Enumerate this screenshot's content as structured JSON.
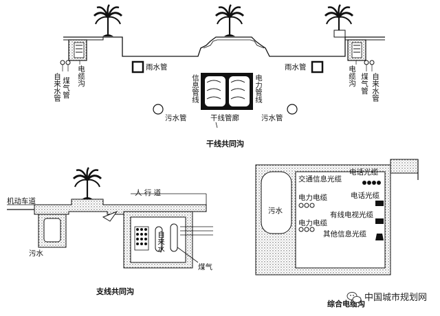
{
  "top": {
    "caption": "干线共同沟",
    "rain_pipe_left": "雨水管",
    "rain_pipe_right": "雨水管",
    "info_pipe": "信息管线",
    "power_pipe": "电力管线",
    "sewer_left": "污水管",
    "sewer_right": "污水管",
    "trunk_corridor": "干线管廊",
    "left_water": "自来水管",
    "left_gas": "煤气管",
    "left_cable": "电缆沟",
    "right_cable": "电缆沟",
    "right_gas": "煤气管",
    "right_water": "自来水管"
  },
  "bottom_left": {
    "caption": "支线共同沟",
    "motorway": "机动车道",
    "sidewalk": "人 行 道",
    "sewage": "污水",
    "tap_water": "自来水",
    "gas": "煤气"
  },
  "bottom_right": {
    "caption": "综合电缆沟",
    "sewage": "污水",
    "traffic_fiber": "交通信息光缆",
    "phone_fiber_1": "电话光缆",
    "phone_fiber_2": "电话光缆",
    "power_cable_1": "电力电缆",
    "power_cable_2": "电力电缆",
    "cable_tv": "有线电视光缆",
    "other_fiber": "其他信息光缆"
  },
  "watermark": {
    "text": "中国城市规划网",
    "icon": "wechat-icon"
  }
}
